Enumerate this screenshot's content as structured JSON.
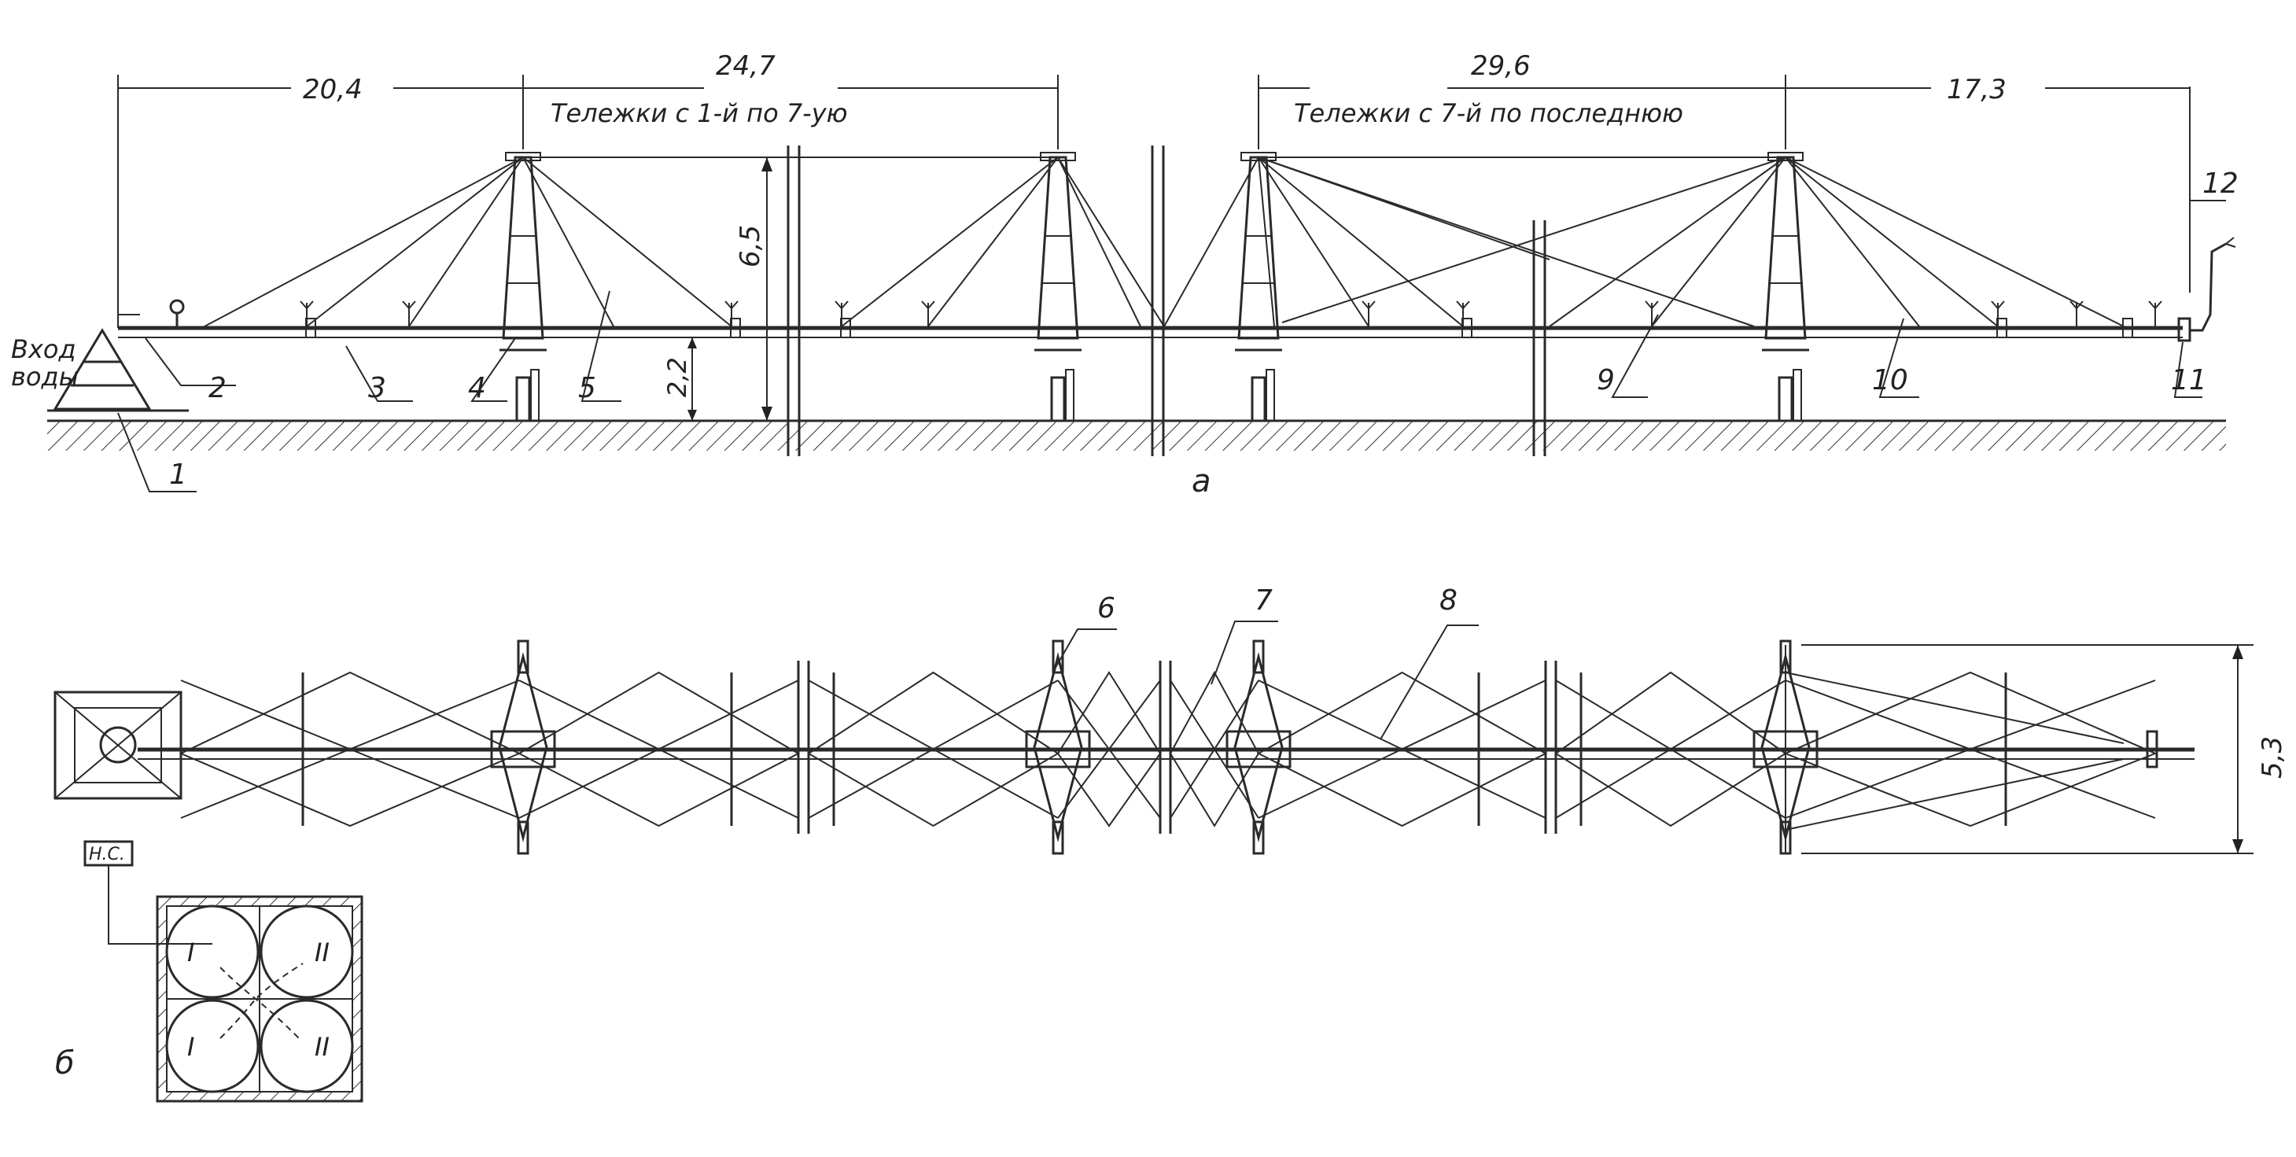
{
  "figure": {
    "part_labels": {
      "a": "а",
      "b": "б"
    },
    "dimensions": {
      "d1": "20,4",
      "d2": "24,7",
      "d3": "29,6",
      "d4": "17,3",
      "height": "6,5",
      "pipe_height": "2,2",
      "width": "5,3"
    },
    "notes": {
      "carts_first": "Тележки с 1-й по 7-ую",
      "carts_last": "Тележки с 7-й по последнюю"
    },
    "water_inlet": [
      "Вход",
      "воды"
    ],
    "callouts": [
      "1",
      "2",
      "3",
      "4",
      "5",
      "6",
      "7",
      "8",
      "9",
      "10",
      "11",
      "12"
    ],
    "detail": {
      "station_label": "Н.С.",
      "zones": [
        "I",
        "II",
        "I",
        "II"
      ]
    }
  }
}
